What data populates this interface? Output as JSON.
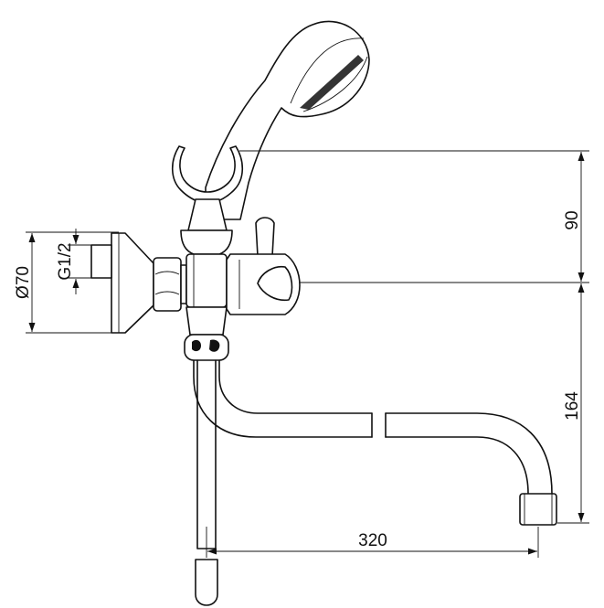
{
  "dimensions": {
    "height_upper": "90",
    "height_lower": "164",
    "spout_reach": "320",
    "flange_diameter": "Ø70",
    "thread": "G1/2"
  }
}
